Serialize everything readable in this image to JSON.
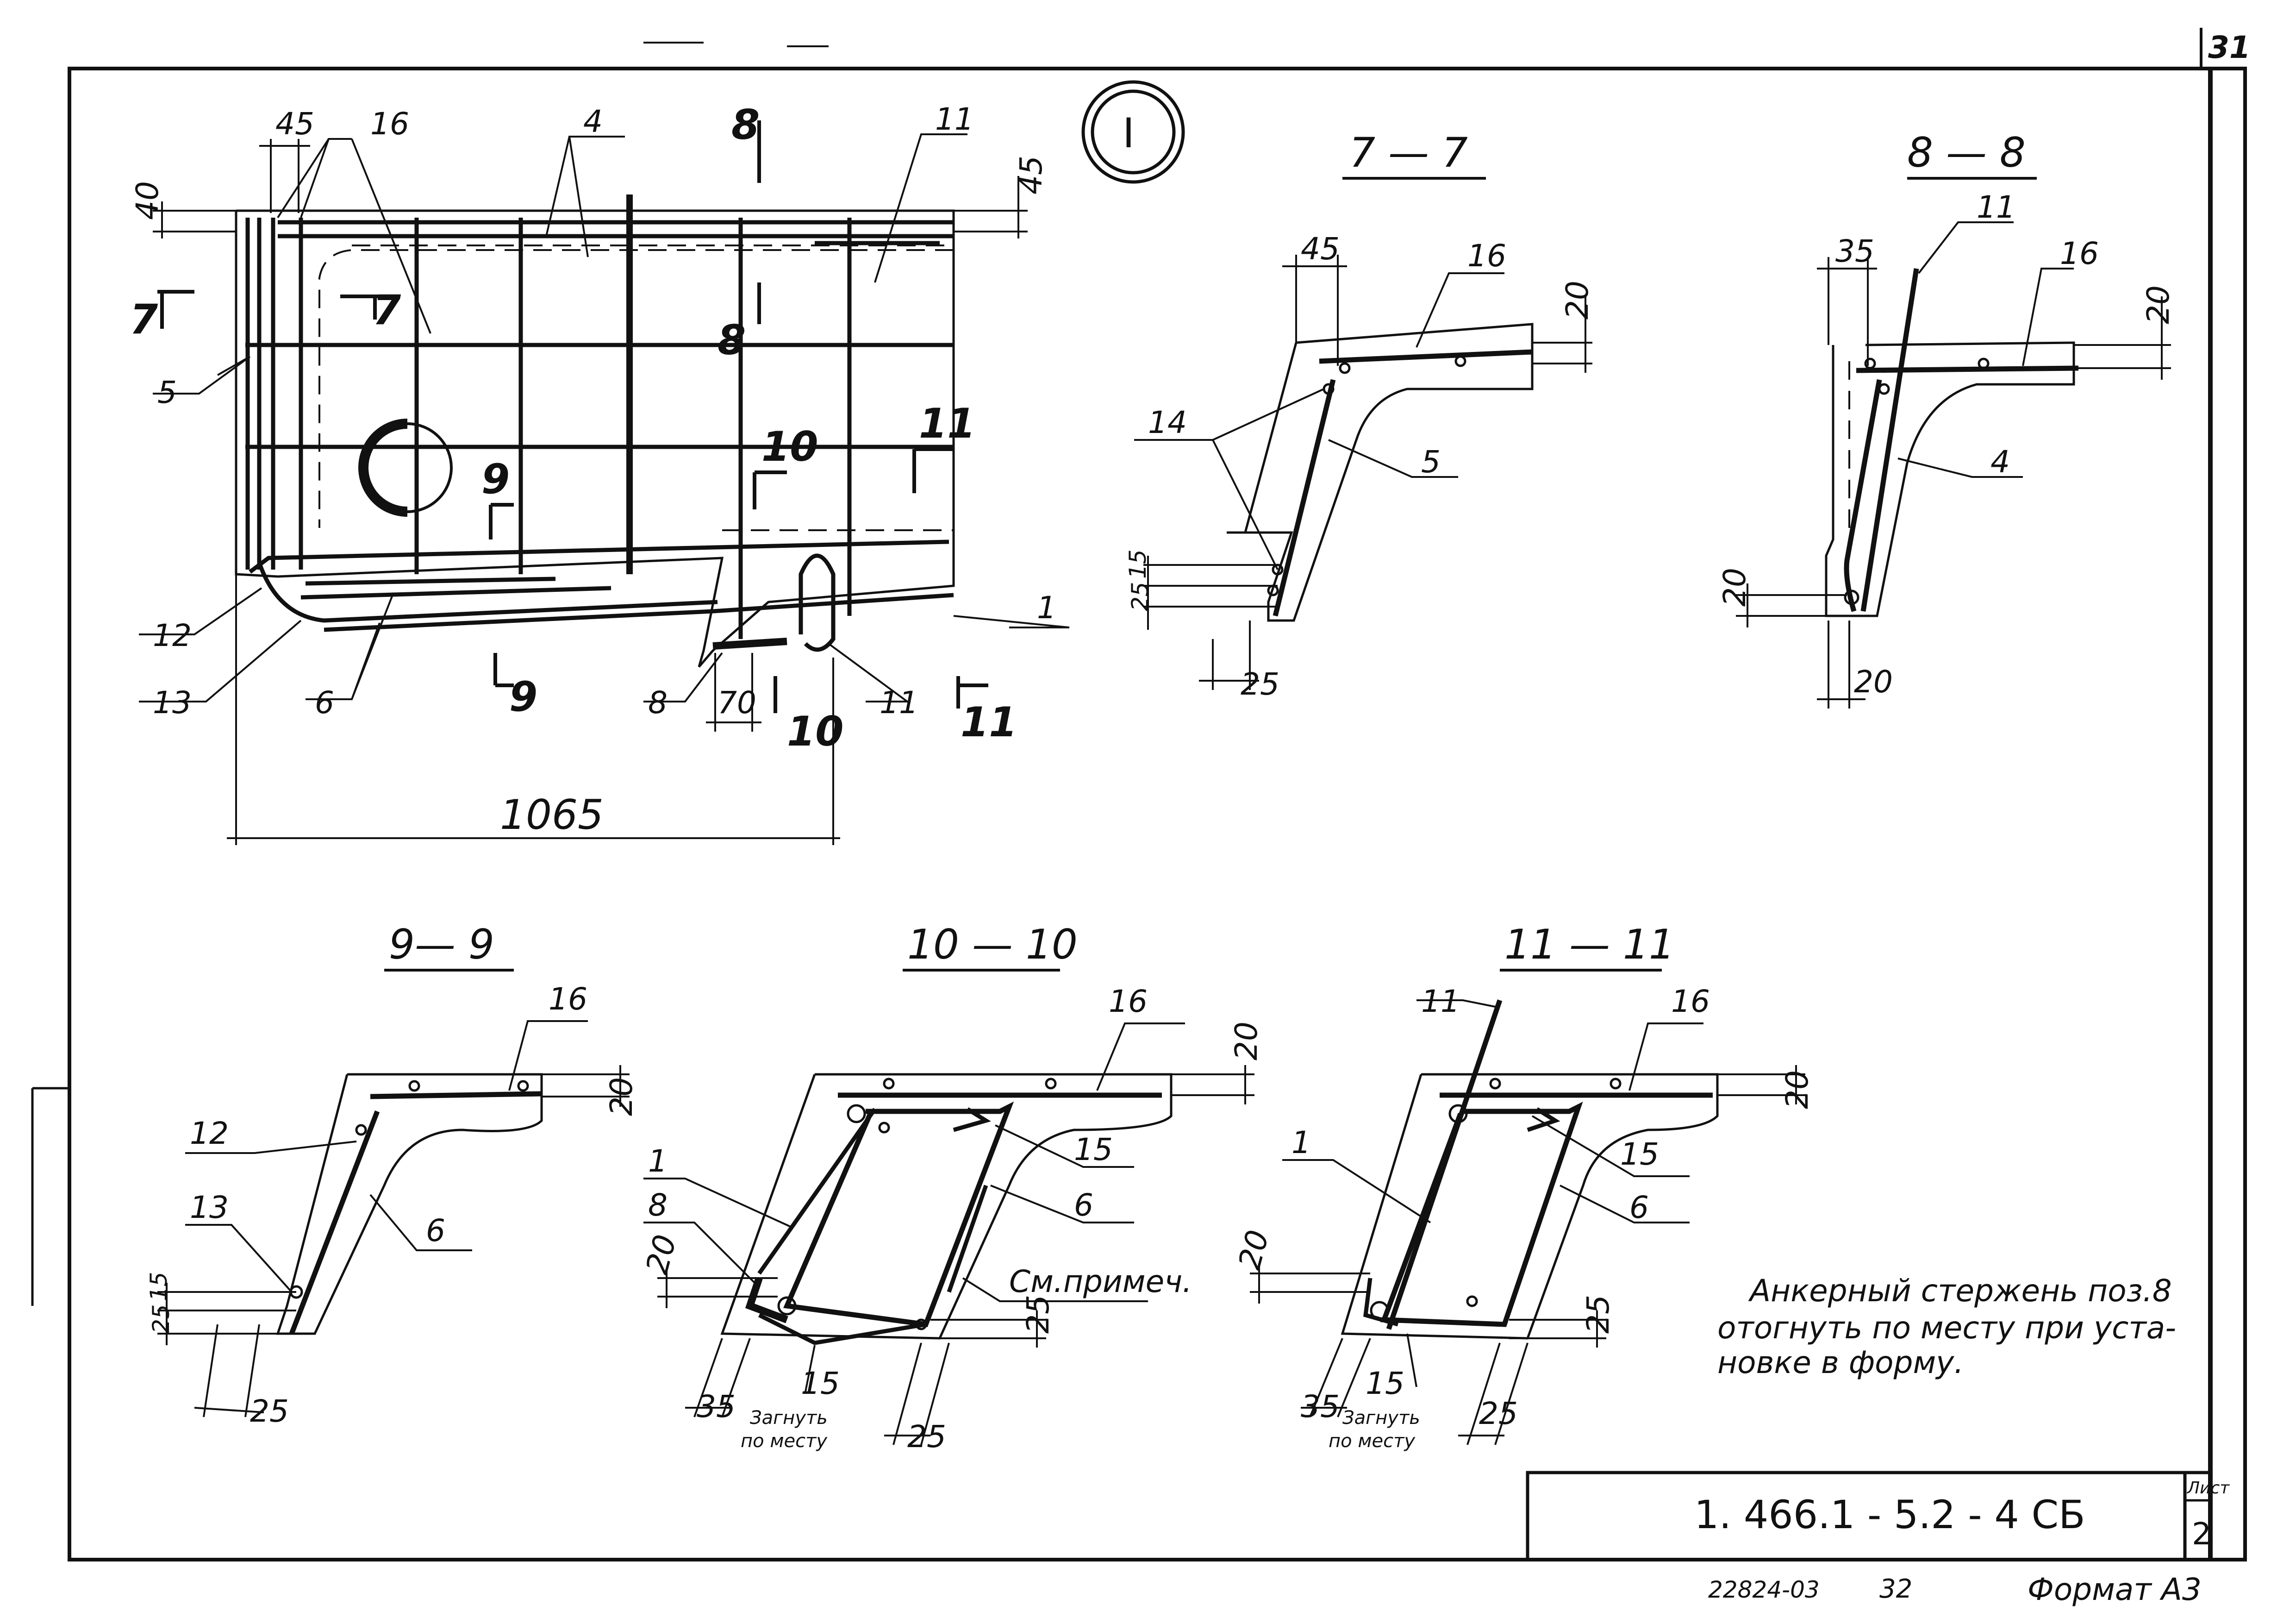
{
  "sheet_number_corner": "31",
  "detail_marker": "I",
  "section_titles": {
    "s7": "7 — 7",
    "s8": "8 — 8",
    "s9": "9— 9",
    "s10": "10 — 10",
    "s11": "11 — 11"
  },
  "plan_labels": {
    "dim_45_top": "45",
    "dim_40_left": "40",
    "dim_45_right": "45",
    "dim_70": "70",
    "dim_1065": "1065",
    "pos_16": "16",
    "pos_4": "4",
    "pos_11_top": "11",
    "pos_5": "5",
    "pos_12": "12",
    "pos_13": "13",
    "pos_6": "6",
    "pos_8": "8",
    "pos_11_bottom": "11",
    "pos_1": "1",
    "cut_7_left": "7",
    "cut_7_right": "7",
    "cut_8_top": "8",
    "cut_8_mid": "8",
    "cut_9": "9",
    "cut_9_bottom": "9",
    "cut_10_mid": "10",
    "cut_10_bottom": "10",
    "cut_11_right": "11",
    "cut_11_bottom": "11"
  },
  "s77_labels": {
    "d45": "45",
    "d20": "20",
    "d15": "15",
    "d25a": "25",
    "d25b": "25",
    "p16": "16",
    "p14": "14",
    "p5": "5"
  },
  "s88_labels": {
    "d35": "35",
    "d20a": "20",
    "d20b": "20",
    "d20c": "20",
    "p11": "11",
    "p16": "16",
    "p4": "4"
  },
  "s99_labels": {
    "d20": "20",
    "d15": "15",
    "d25a": "25",
    "d25b": "25",
    "p16": "16",
    "p12": "12",
    "p13": "13",
    "p6": "6"
  },
  "s1010_labels": {
    "d20a": "20",
    "d20b": "20",
    "d25a": "25",
    "d25b": "25",
    "d35": "35",
    "p16": "16",
    "p1": "1",
    "p8": "8",
    "p15a": "15",
    "p15b": "15",
    "p6": "6",
    "note_ref": "См.примеч.",
    "bend_1": "Загнуть",
    "bend_2": "по месту"
  },
  "s1111_labels": {
    "d20a": "20",
    "d20b": "20",
    "d25a": "25",
    "d25b": "25",
    "d35": "35",
    "p11": "11",
    "p16": "16",
    "p1": "1",
    "p15a": "15",
    "p15b": "15",
    "p6": "6",
    "bend_1": "Загнуть",
    "bend_2": "по месту"
  },
  "note_lines": [
    "Анкерный стержень поз.8",
    "отогнуть по месту при уста-",
    "новке в форму."
  ],
  "title_block": {
    "designation": "1. 466.1 - 5.2 - 4 СБ",
    "sheet_label": "Лист",
    "sheet_value": "2"
  },
  "footer": {
    "inventory": "22824-03",
    "page": "32",
    "format": "Формат А3"
  },
  "colors": {
    "ink": "#111111",
    "paper": "#ffffff"
  }
}
